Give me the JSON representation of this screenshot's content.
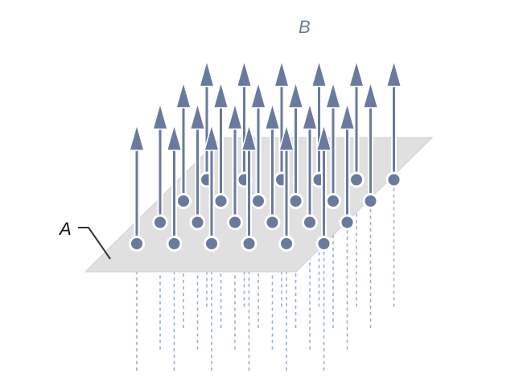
{
  "labels": {
    "surface": "A",
    "field": "B"
  },
  "colors": {
    "plane_fill": "#e0e0e0",
    "plane_stroke": "#d0d0d0",
    "arrow": "#6a7a9f",
    "dash": "#9ab0d2",
    "dot_ring": "#ffffff",
    "label_b": "#6a7a9f",
    "leader": "#333333"
  },
  "grid": {
    "rows": 4,
    "cols": 6
  }
}
